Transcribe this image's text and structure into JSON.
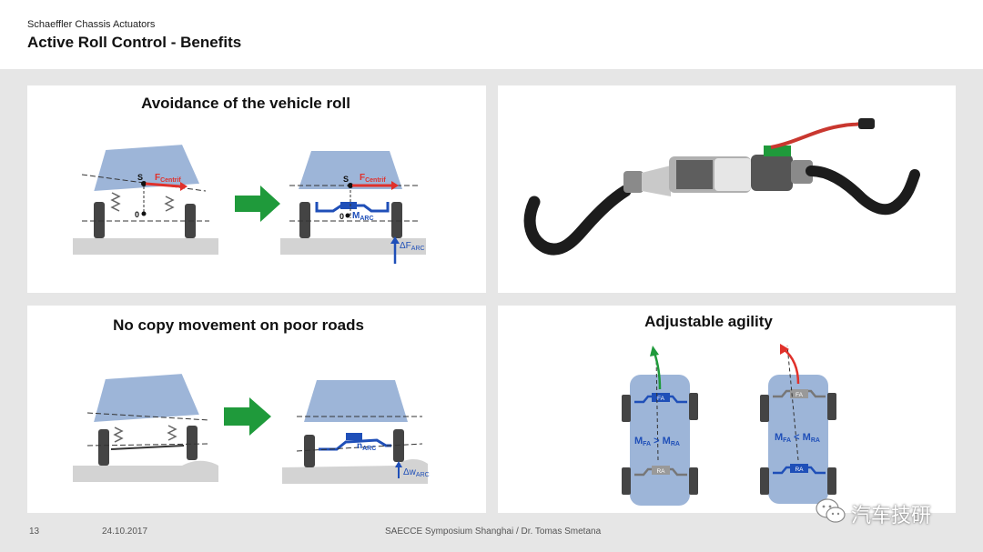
{
  "header": {
    "subtitle": "Schaeffler Chassis Actuators",
    "title": "Active Roll Control - Benefits"
  },
  "panels": {
    "roll": {
      "title": "Avoidance of the vehicle roll",
      "labels": {
        "s1": "S",
        "zero1": "0",
        "f1": "F",
        "f1_sub": "Centrif",
        "s2": "S",
        "zero2": "0",
        "m_arc": "M",
        "m_arc_sub": "ARC",
        "f2": "F",
        "f2_sub": "Centrif",
        "df_arc": "ΔF",
        "df_arc_sub": "ARC"
      }
    },
    "actuator": {},
    "copy": {
      "title": "No copy movement on poor roads",
      "labels": {
        "n_arc": "n",
        "n_arc_sub": "ARC",
        "dw_arc": "Δw",
        "dw_arc_sub": "ARC"
      }
    },
    "agility": {
      "title": "Adjustable agility",
      "labels": {
        "fa1": "FA",
        "ra1": "RA",
        "m1": "M",
        "m1_sub": "FA",
        "op1": " > M",
        "m1b_sub": "RA",
        "fa2": "FA",
        "ra2": "RA",
        "m2": "M",
        "m2_sub": "FA",
        "op2": " < M",
        "m2b_sub": "RA"
      }
    }
  },
  "footer": {
    "page": "13",
    "date": "24.10.2017",
    "event": "SAECCE Symposium Shanghai / Dr. Tomas Smetana"
  },
  "watermark": {
    "text": "汽车技研"
  },
  "colors": {
    "body_blue": "#9db5d8",
    "green_arrow": "#1f9a3b",
    "red_force": "#e0312b",
    "blue_arc": "#1f4fb8",
    "road_gray": "#d3d3d3"
  }
}
